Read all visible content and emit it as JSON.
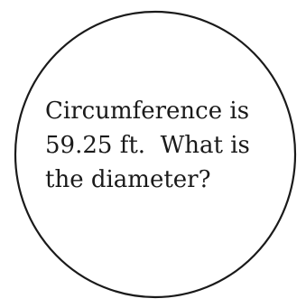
{
  "problem": {
    "lines": [
      "Circumference is",
      "59.25 ft.  What is",
      "the diameter?"
    ]
  },
  "colors": {
    "ink": "#1a1a1a",
    "background": "#ffffff"
  }
}
